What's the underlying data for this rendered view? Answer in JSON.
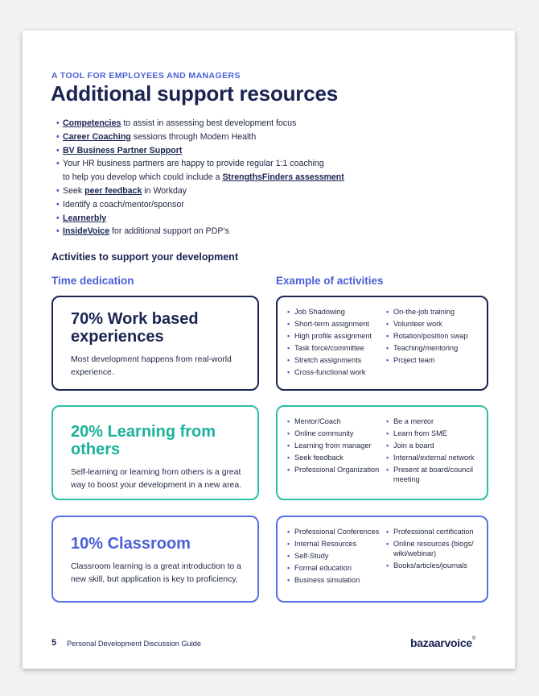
{
  "eyebrow": "A TOOL FOR EMPLOYEES AND MANAGERS",
  "title": "Additional support resources",
  "resources": {
    "r1_bold": "Competencies",
    "r1_text": " to assist in assessing best development focus",
    "r2_bold": "Career Coaching",
    "r2_text": " sessions through Modern Health",
    "r3_bold": "BV Business Partner Support",
    "r4_line1": "Your HR business partners are happy to provide regular 1:1 coaching",
    "r4_line2": "to help you develop which could include a ",
    "r4_bold": "StrengthsFinders assessment",
    "r5_text_pre": "Seek ",
    "r5_bold": "peer feedback",
    "r5_text": " in Workday",
    "r6_text": "Identify a coach/mentor/sponsor",
    "r7_bold": "Learnerbly",
    "r8_bold": "InsideVoice",
    "r8_text": " for additional support on PDP’s"
  },
  "activities_heading": "Activities to support your development",
  "col_time": "Time dedication",
  "col_examples": "Example of activities",
  "cards": {
    "c1": {
      "pct": "70% Work based experiences",
      "desc": "Most development happens from real-world experience."
    },
    "c2": {
      "pct": "20% Learning from others",
      "desc": "Self-learning or learning from others is a great way to boost your development in a new area."
    },
    "c3": {
      "pct": "10% Classroom",
      "desc": "Classroom learning is a great introduction to a new skill, but application is key to proficiency."
    }
  },
  "activities": {
    "a1": {
      "left": [
        "Job Shadowing",
        "Short-term assignment",
        "High profile assignment",
        "Task force/committee",
        "Stretch assignments",
        "Cross-functional work"
      ],
      "right": [
        "On-the-job training",
        "Volunteer work",
        "Rotation/position swap",
        "Teaching/mentoring",
        "Project team"
      ]
    },
    "a2": {
      "left": [
        "Mentor/Coach",
        "Online community",
        "Learning from manager",
        "Seek feedback",
        "Professional Organization"
      ],
      "right": [
        "Be a mentor",
        "Learn from SME",
        "Join a board",
        "Internal/external network",
        "Present at board/council meeting"
      ]
    },
    "a3": {
      "left": [
        "Professional Conferences",
        "Internal Resources",
        "Self-Study",
        "Formal education",
        "Business simulation"
      ],
      "right": [
        "Professional certification",
        "Online resources (blogs/ wiki/webinar)",
        "Books/articles/journals"
      ]
    }
  },
  "footer": {
    "page_number": "5",
    "doc_title": "Personal Development Discussion Guide",
    "logo": "bazaarvoice",
    "logo_mark": "®"
  },
  "colors": {
    "navy": "#1b2451",
    "blue_accent": "#4a5fd6",
    "teal": "#2bbfa7",
    "periwinkle": "#5a6fe6"
  }
}
